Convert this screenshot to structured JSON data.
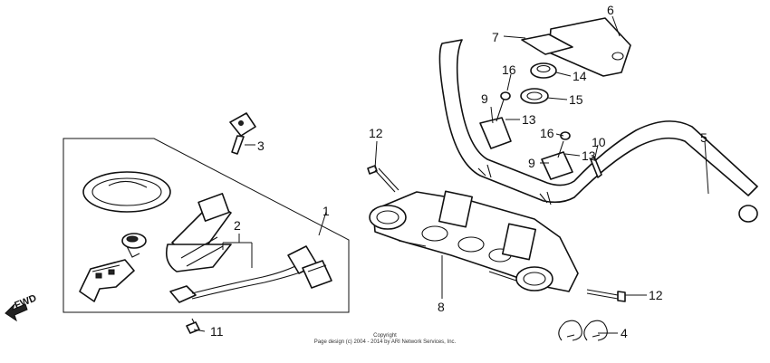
{
  "callouts": {
    "c1": "1",
    "c2": "2",
    "c3": "3",
    "c4": "4",
    "c5": "5",
    "c6": "6",
    "c7": "7",
    "c8": "8",
    "c9a": "9",
    "c9b": "9",
    "c10": "10",
    "c11": "11",
    "c12a": "12",
    "c12b": "12",
    "c13a": "13",
    "c13b": "13",
    "c14": "14",
    "c15": "15",
    "c16a": "16",
    "c16b": "16"
  },
  "direction_label": "FWD",
  "copyright": {
    "line1": "Copyright",
    "line2": "Page design (c) 2004 - 2014 by ARI Network Services, Inc."
  }
}
